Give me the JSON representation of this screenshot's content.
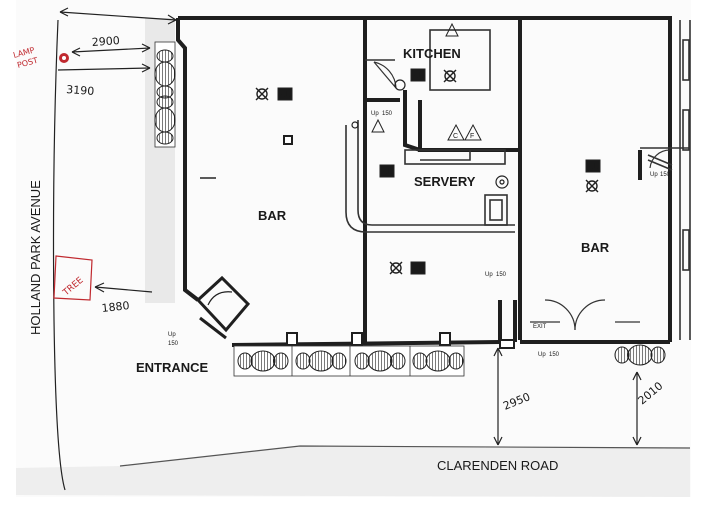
{
  "rooms": {
    "kitchen": "KITCHEN",
    "servery": "SERVERY",
    "bar_left": "BAR",
    "bar_right": "BAR",
    "entrance": "ENTRANCE"
  },
  "streets": {
    "west": "HOLLAND PARK AVENUE",
    "south": "CLARENDEN ROAD"
  },
  "dimensions": {
    "top_a": "2900",
    "top_b": "3190",
    "tree_offset": "1880",
    "south_a": "2950",
    "south_b": "2010"
  },
  "annotations": {
    "lamp_post_1": "LAMP",
    "lamp_post_2": "POST",
    "tree": "TREE"
  },
  "symbols": {
    "exit_light": "EL",
    "step_label": "Up",
    "step_150": "150",
    "fire_c": "C",
    "fire_f": "F",
    "exit_sign": "EXIT"
  },
  "colors": {
    "wall": "#1f1f1f",
    "ink": "#333333",
    "street_band": "#eeeeee",
    "annotation_red": "#c0292f"
  }
}
